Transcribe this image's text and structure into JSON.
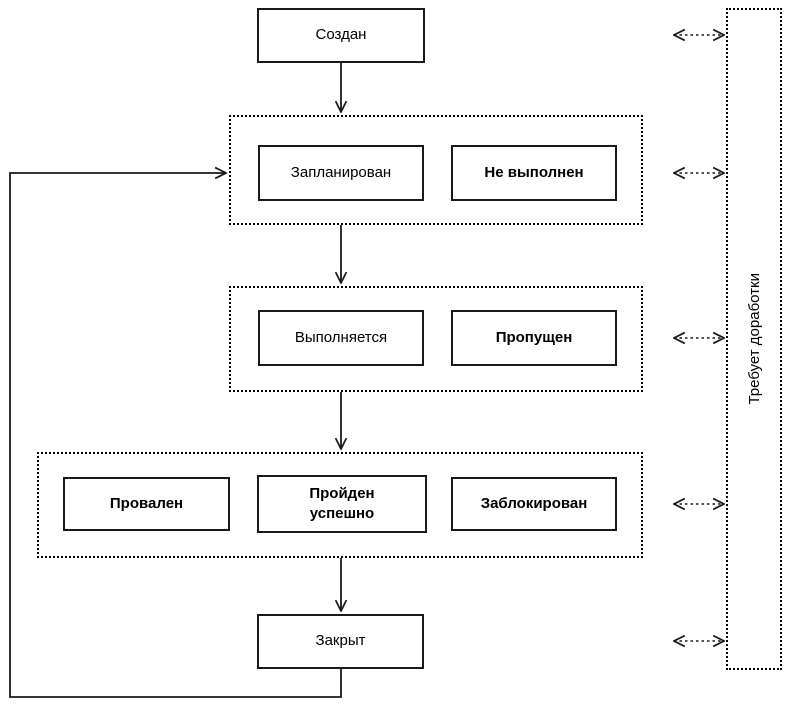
{
  "diagram": {
    "colors": {
      "line": "#1a1a1a",
      "background": "#ffffff"
    },
    "nodes": {
      "created": {
        "label": "Создан"
      },
      "planned": {
        "label": "Запланирован"
      },
      "not_performed": {
        "label": "Не выполнен"
      },
      "in_progress": {
        "label": "Выполняется"
      },
      "skipped": {
        "label": "Пропущен"
      },
      "failed": {
        "label": "Провален"
      },
      "passed": {
        "label": "Пройден\nуспешно"
      },
      "blocked": {
        "label": "Заблокирован"
      },
      "closed": {
        "label": "Закрыт"
      },
      "rework": {
        "label": "Требует доработки"
      }
    }
  }
}
